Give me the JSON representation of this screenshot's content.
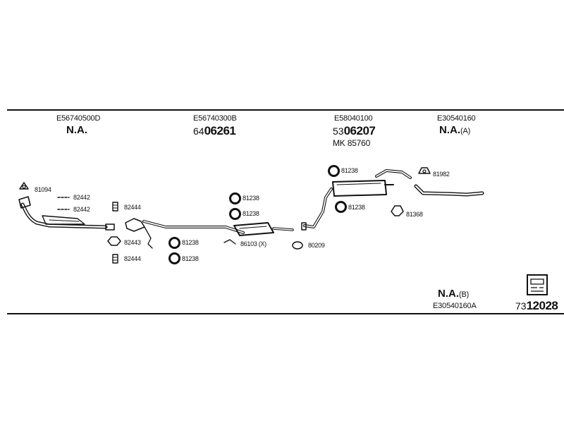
{
  "columns": [
    {
      "oe": "E56740500D",
      "main": "N.A."
    },
    {
      "oe": "E56740300B",
      "num_prefix": "64",
      "num_main": "06261"
    },
    {
      "oe": "E58040100",
      "num_prefix": "53",
      "num_main": "06207",
      "kit": "MK 85760"
    },
    {
      "oe": "E30540160",
      "main": "N.A.",
      "suffix": "(A)"
    }
  ],
  "parts": {
    "p81094": "81094",
    "p82442a": "82442",
    "p82442b": "82442",
    "p82444a": "82444",
    "p82443": "82443",
    "p82444b": "82444",
    "p81238a": "81238",
    "p81238b": "81238",
    "p81238c": "81238",
    "p81238d": "81238",
    "p86103": "86103 (X)",
    "p80209": "80209",
    "p81238e": "81238",
    "p81238f": "81238",
    "p81982": "81982",
    "p81368": "81368"
  },
  "bottom": {
    "main": "N.A.",
    "suffix": "(B)",
    "oe": "E30540160A",
    "num_prefix": "73",
    "num_main": "12028"
  },
  "icons": [
    "gasket-icon",
    "bracket-icon",
    "clamp-icon",
    "ring-icon",
    "box-icon"
  ]
}
